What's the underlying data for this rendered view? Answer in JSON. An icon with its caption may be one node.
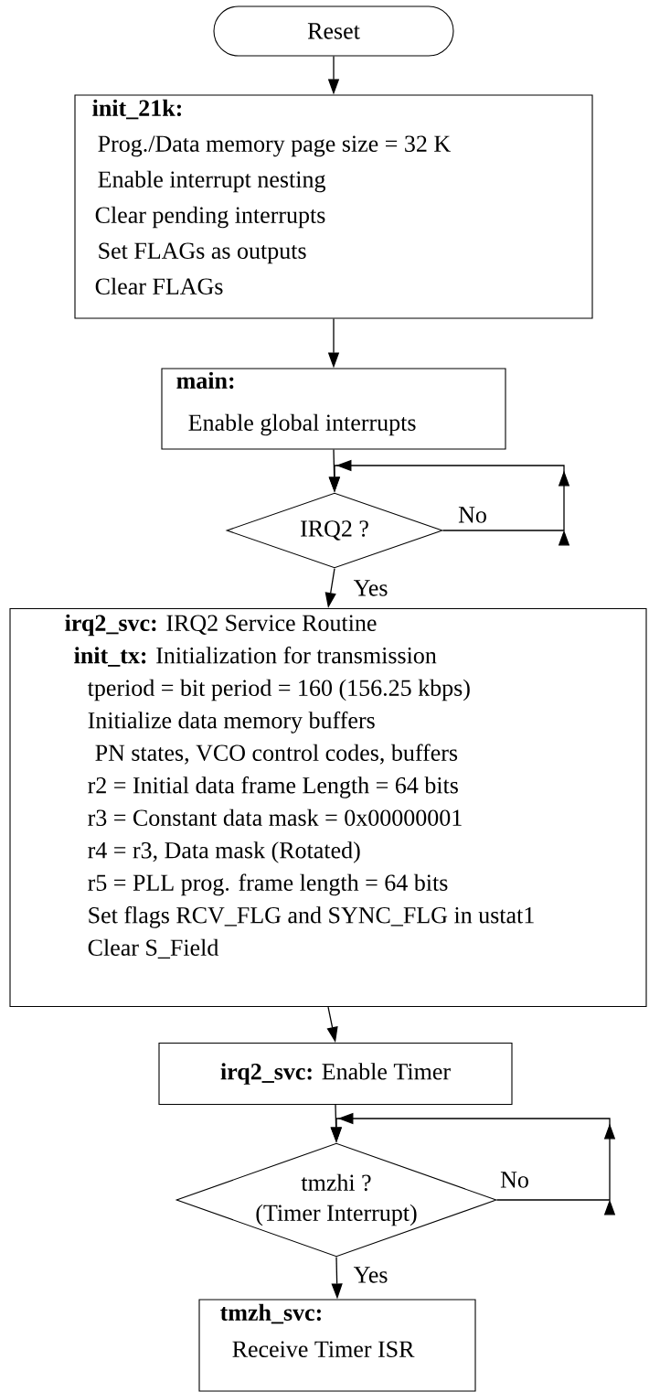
{
  "diagram": {
    "nodes": [
      {
        "text": [
          "Reset"
        ]
      },
      {
        "text": [
          "init_21k:",
          "Prog./Data memory page size = 32 K",
          "Enable interrupt nesting",
          "Clear pending interrupts",
          "Set FLAGs as outputs",
          "Clear FLAGs"
        ]
      },
      {
        "text": [
          "main:",
          "Enable global interrupts"
        ]
      },
      {
        "text": [
          "IRQ2 ?"
        ]
      },
      {
        "text": [
          "**irq2_svc:** IRQ2 Service Routine",
          "**init_tx:** Initialization for transmission",
          "tperiod = bit period = 160 (156.25 kbps)",
          "Initialize data memory buffers",
          "PN states, VCO control codes, buffers",
          "r2 = Initial data frame Length = 64 bits",
          "r3 = Constant data mask = 0x00000001",
          "r4 = r3, Data mask (Rotated)",
          "r5 = PLL prog. frame length = 64 bits",
          "Set flags RCV_FLG and SYNC_FLG in ustat1",
          "Clear S_Field"
        ]
      },
      {
        "text": [
          "**irq2_svc:** Enable Timer"
        ]
      },
      {
        "text": [
          "tmzhi ?",
          "(Timer Interrupt)"
        ]
      },
      {
        "text": [
          "tmzh_svc:",
          "Receive Timer ISR"
        ]
      }
    ],
    "edges": [
      {
        "from": 0,
        "to": 1,
        "arrow": "to"
      },
      {
        "from": 1,
        "to": 2,
        "arrow": "to"
      },
      {
        "from": 2,
        "to": 3,
        "arrow": "to"
      },
      {
        "from": 3,
        "to": 3,
        "arrow": "to",
        "label": "No"
      },
      {
        "from": 3,
        "to": 4,
        "arrow": "to",
        "label": "Yes"
      },
      {
        "from": 4,
        "to": 5,
        "arrow": "to"
      },
      {
        "from": 5,
        "to": 6,
        "arrow": "to"
      },
      {
        "from": 6,
        "to": 6,
        "arrow": "to",
        "label": "No"
      },
      {
        "from": 6,
        "to": 7,
        "arrow": "to",
        "label": "Yes"
      }
    ]
  }
}
